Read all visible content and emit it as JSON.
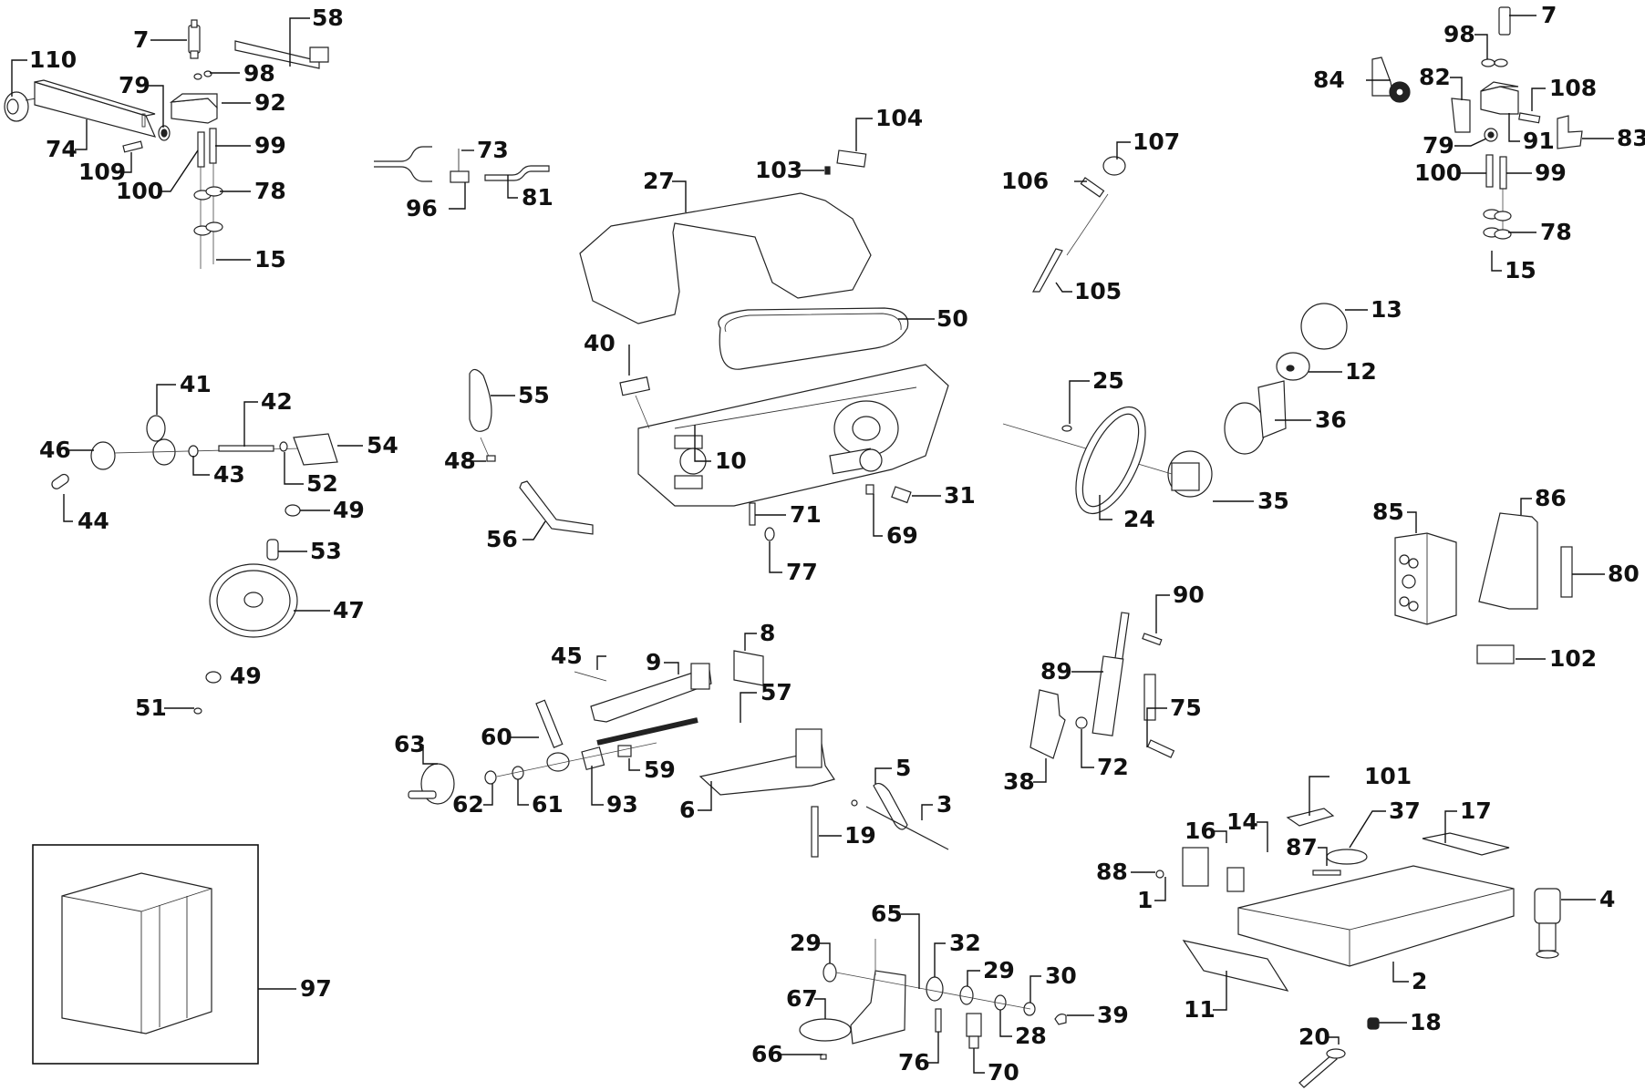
{
  "diagram": {
    "type": "exploded-parts-diagram",
    "subject": "band saw assembly",
    "callouts": [
      {
        "id": "c110",
        "text": "110"
      },
      {
        "id": "c7a",
        "text": "7"
      },
      {
        "id": "c58",
        "text": "58"
      },
      {
        "id": "c79a",
        "text": "79"
      },
      {
        "id": "c98a",
        "text": "98"
      },
      {
        "id": "c92",
        "text": "92"
      },
      {
        "id": "c74",
        "text": "74"
      },
      {
        "id": "c109",
        "text": "109"
      },
      {
        "id": "c99a",
        "text": "99"
      },
      {
        "id": "c100a",
        "text": "100"
      },
      {
        "id": "c78a",
        "text": "78"
      },
      {
        "id": "c15a",
        "text": "15"
      },
      {
        "id": "c73",
        "text": "73"
      },
      {
        "id": "c96",
        "text": "96"
      },
      {
        "id": "c81",
        "text": "81"
      },
      {
        "id": "c104",
        "text": "104"
      },
      {
        "id": "c103",
        "text": "103"
      },
      {
        "id": "c27",
        "text": "27"
      },
      {
        "id": "c107",
        "text": "107"
      },
      {
        "id": "c106",
        "text": "106"
      },
      {
        "id": "c105",
        "text": "105"
      },
      {
        "id": "c7b",
        "text": "7"
      },
      {
        "id": "c98b",
        "text": "98"
      },
      {
        "id": "c84",
        "text": "84"
      },
      {
        "id": "c82",
        "text": "82"
      },
      {
        "id": "c108",
        "text": "108"
      },
      {
        "id": "c79b",
        "text": "79"
      },
      {
        "id": "c91",
        "text": "91"
      },
      {
        "id": "c83",
        "text": "83"
      },
      {
        "id": "c100b",
        "text": "100"
      },
      {
        "id": "c99b",
        "text": "99"
      },
      {
        "id": "c78b",
        "text": "78"
      },
      {
        "id": "c15b",
        "text": "15"
      },
      {
        "id": "c50",
        "text": "50"
      },
      {
        "id": "c40",
        "text": "40"
      },
      {
        "id": "c13",
        "text": "13"
      },
      {
        "id": "c12",
        "text": "12"
      },
      {
        "id": "c25",
        "text": "25"
      },
      {
        "id": "c36",
        "text": "36"
      },
      {
        "id": "c41",
        "text": "41"
      },
      {
        "id": "c42",
        "text": "42"
      },
      {
        "id": "c55",
        "text": "55"
      },
      {
        "id": "c46",
        "text": "46"
      },
      {
        "id": "c54",
        "text": "54"
      },
      {
        "id": "c43",
        "text": "43"
      },
      {
        "id": "c52",
        "text": "52"
      },
      {
        "id": "c48",
        "text": "48"
      },
      {
        "id": "c10",
        "text": "10"
      },
      {
        "id": "c31",
        "text": "31"
      },
      {
        "id": "c35",
        "text": "35"
      },
      {
        "id": "c24",
        "text": "24"
      },
      {
        "id": "c44",
        "text": "44"
      },
      {
        "id": "c49a",
        "text": "49"
      },
      {
        "id": "c71",
        "text": "71"
      },
      {
        "id": "c56",
        "text": "56"
      },
      {
        "id": "c69",
        "text": "69"
      },
      {
        "id": "c85",
        "text": "85"
      },
      {
        "id": "c86",
        "text": "86"
      },
      {
        "id": "c80",
        "text": "80"
      },
      {
        "id": "c53",
        "text": "53"
      },
      {
        "id": "c77",
        "text": "77"
      },
      {
        "id": "c47",
        "text": "47"
      },
      {
        "id": "c90",
        "text": "90"
      },
      {
        "id": "c102",
        "text": "102"
      },
      {
        "id": "c8",
        "text": "8"
      },
      {
        "id": "c45",
        "text": "45"
      },
      {
        "id": "c9",
        "text": "9"
      },
      {
        "id": "c89",
        "text": "89"
      },
      {
        "id": "c49b",
        "text": "49"
      },
      {
        "id": "c57",
        "text": "57"
      },
      {
        "id": "c51",
        "text": "51"
      },
      {
        "id": "c75",
        "text": "75"
      },
      {
        "id": "c60",
        "text": "60"
      },
      {
        "id": "c63",
        "text": "63"
      },
      {
        "id": "c72",
        "text": "72"
      },
      {
        "id": "c5",
        "text": "5"
      },
      {
        "id": "c59",
        "text": "59"
      },
      {
        "id": "c101",
        "text": "101"
      },
      {
        "id": "c38",
        "text": "38"
      },
      {
        "id": "c62",
        "text": "62"
      },
      {
        "id": "c61",
        "text": "61"
      },
      {
        "id": "c93",
        "text": "93"
      },
      {
        "id": "c6",
        "text": "6"
      },
      {
        "id": "c3",
        "text": "3"
      },
      {
        "id": "c37",
        "text": "37"
      },
      {
        "id": "c17",
        "text": "17"
      },
      {
        "id": "c19",
        "text": "19"
      },
      {
        "id": "c16",
        "text": "16"
      },
      {
        "id": "c14",
        "text": "14"
      },
      {
        "id": "c87",
        "text": "87"
      },
      {
        "id": "c88",
        "text": "88"
      },
      {
        "id": "c1",
        "text": "1"
      },
      {
        "id": "c4",
        "text": "4"
      },
      {
        "id": "c65",
        "text": "65"
      },
      {
        "id": "c29a",
        "text": "29"
      },
      {
        "id": "c32",
        "text": "32"
      },
      {
        "id": "c29b",
        "text": "29"
      },
      {
        "id": "c30",
        "text": "30"
      },
      {
        "id": "c97",
        "text": "97"
      },
      {
        "id": "c67",
        "text": "67"
      },
      {
        "id": "c39",
        "text": "39"
      },
      {
        "id": "c28",
        "text": "28"
      },
      {
        "id": "c2",
        "text": "2"
      },
      {
        "id": "c11",
        "text": "11"
      },
      {
        "id": "c18",
        "text": "18"
      },
      {
        "id": "c66",
        "text": "66"
      },
      {
        "id": "c76",
        "text": "76"
      },
      {
        "id": "c70",
        "text": "70"
      },
      {
        "id": "c20",
        "text": "20"
      }
    ]
  }
}
